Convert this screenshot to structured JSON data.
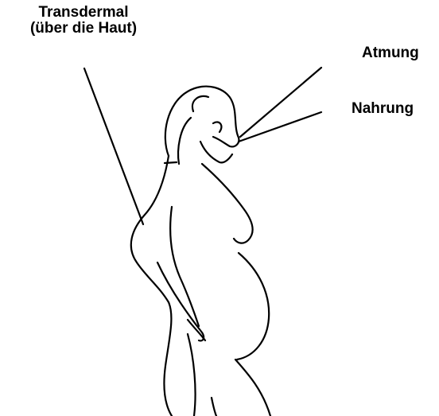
{
  "labels": {
    "transdermal_line1": "Transdermal",
    "transdermal_line2": "(über die Haut)",
    "atmung": "Atmung",
    "nahrung": "Nahrung"
  },
  "colors": {
    "ink": "#000000",
    "background": "#ffffff"
  }
}
